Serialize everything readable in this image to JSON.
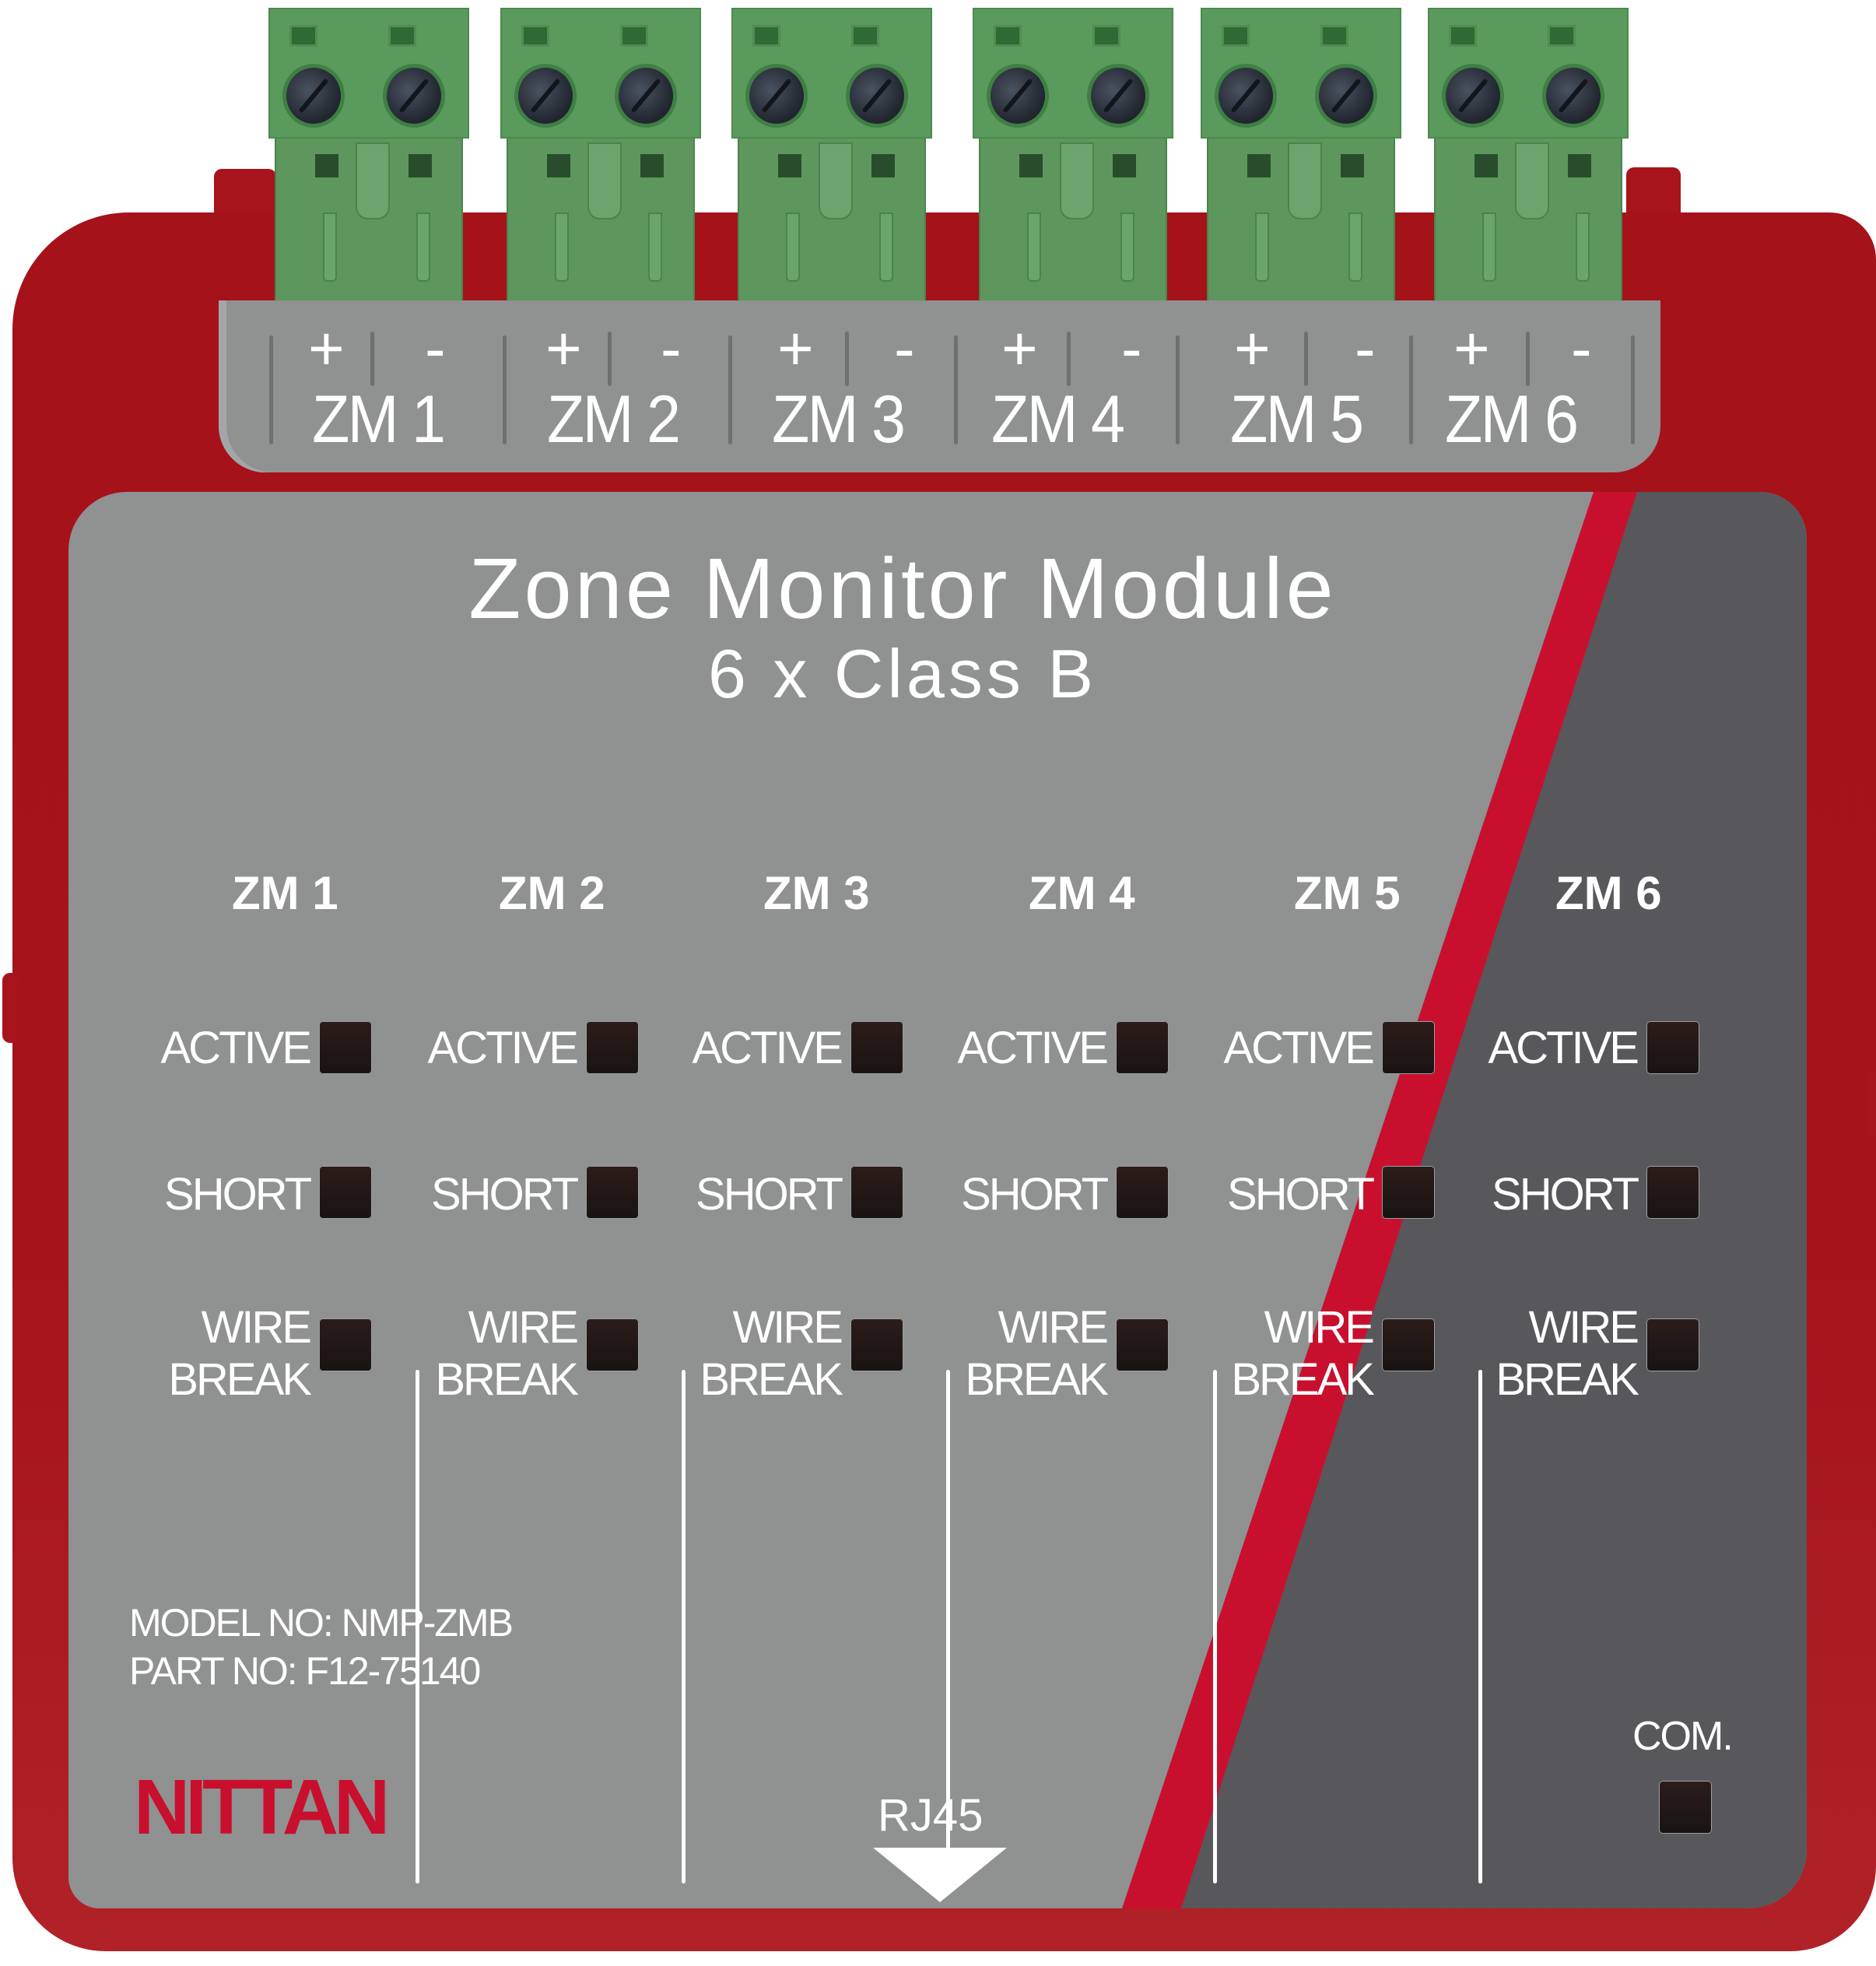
{
  "device": {
    "title": "Zone Monitor Module",
    "subtitle": "6 x Class B",
    "model_no": "MODEL NO: NMP-ZMB",
    "part_no": "PART NO: F12-75140",
    "brand": "NITTAN",
    "rj45_label": "RJ45",
    "com_label": "COM."
  },
  "colors": {
    "housing_red": "#a5121a",
    "faceplate_light": "#909191",
    "faceplate_dark": "#58575c",
    "stripe_red": "#c8102e",
    "terminal_green": "#5a9a5c",
    "led_off": "#1e1614",
    "text": "#ffffff"
  },
  "terminals": [
    {
      "zone": "ZM 1",
      "plus": "+",
      "minus": "-"
    },
    {
      "zone": "ZM 2",
      "plus": "+",
      "minus": "-"
    },
    {
      "zone": "ZM 3",
      "plus": "+",
      "minus": "-"
    },
    {
      "zone": "ZM 4",
      "plus": "+",
      "minus": "-"
    },
    {
      "zone": "ZM 5",
      "plus": "+",
      "minus": "-"
    },
    {
      "zone": "ZM 6",
      "plus": "+",
      "minus": "-"
    }
  ],
  "zones": [
    {
      "label": "ZM 1",
      "active": "ACTIVE",
      "short": "SHORT",
      "wire": "WIRE",
      "break": "BREAK"
    },
    {
      "label": "ZM 2",
      "active": "ACTIVE",
      "short": "SHORT",
      "wire": "WIRE",
      "break": "BREAK"
    },
    {
      "label": "ZM 3",
      "active": "ACTIVE",
      "short": "SHORT",
      "wire": "WIRE",
      "break": "BREAK"
    },
    {
      "label": "ZM 4",
      "active": "ACTIVE",
      "short": "SHORT",
      "wire": "WIRE",
      "break": "BREAK"
    },
    {
      "label": "ZM 5",
      "active": "ACTIVE",
      "short": "SHORT",
      "wire": "WIRE",
      "break": "BREAK"
    },
    {
      "label": "ZM 6",
      "active": "ACTIVE",
      "short": "SHORT",
      "wire": "WIRE",
      "break": "BREAK"
    }
  ]
}
